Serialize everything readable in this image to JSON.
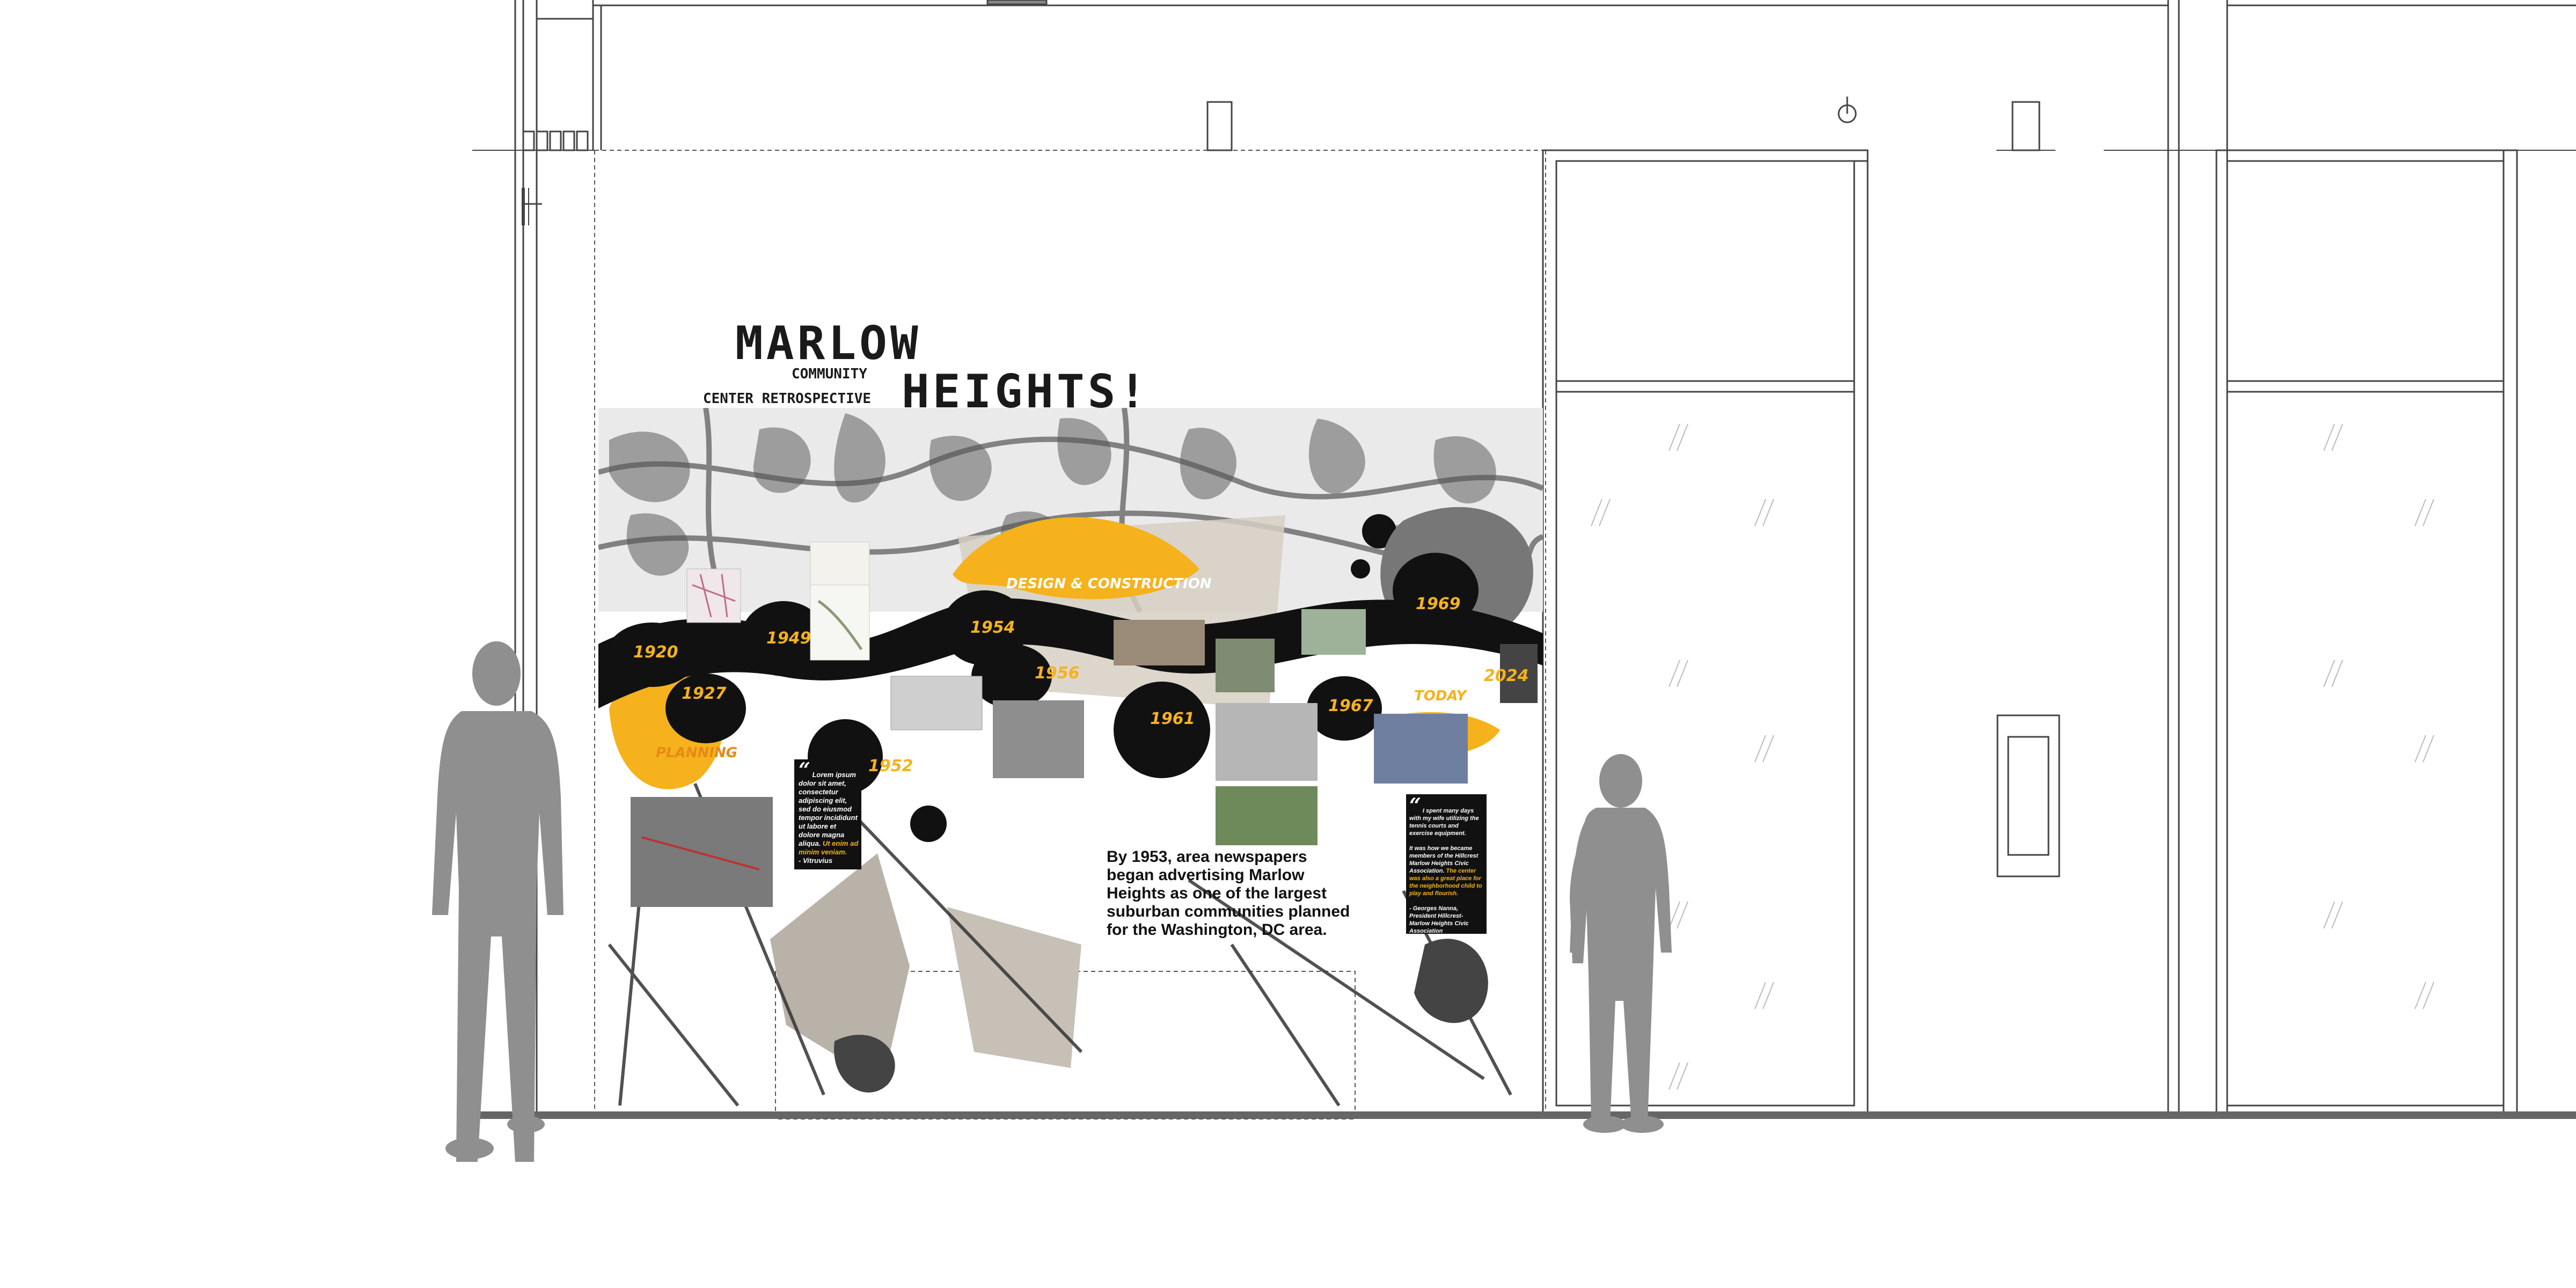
{
  "title": {
    "line1": "MARLOW",
    "line2": "HEIGHTS!",
    "sub1": "COMMUNITY",
    "sub2": "CENTER RETROSPECTIVE"
  },
  "years": [
    "1920",
    "1927",
    "1949",
    "1952",
    "1954",
    "1956",
    "1961",
    "1967",
    "1969",
    "2024"
  ],
  "stages": {
    "planning": "PLANNING",
    "design": "DESIGN & CONSTRUCTION",
    "today": "TODAY"
  },
  "blurb": "By 1953, area newspapers began advertising Marlow Heights as one of the largest suburban communities planned for the Washington, DC area.",
  "quote_left": {
    "text": "Lorem ipsum dolor sit amet, consectetur adipiscing elit, sed do eiusmod tempor incididunt ut labore et dolore magna aliqua.",
    "highlight": "Ut enim ad minim veniam.",
    "attribution": "- Vitruvius"
  },
  "quote_right": {
    "text1": "I spent many days with my wife utilizing the tennis courts and exercise equipment.",
    "text2": "It was how we became members of the Hillcrest Marlow Heights Civic Association.",
    "highlight": "The center was also a great place for the neighborhood child to play and flourish.",
    "attribution": "- Georges Nanna, President Hillcrest-Marlow Heights Civic Association"
  },
  "colors": {
    "accent": "#f5b21c",
    "ink": "#111111",
    "line": "#555555",
    "silhouette": "#8f8f8f"
  }
}
